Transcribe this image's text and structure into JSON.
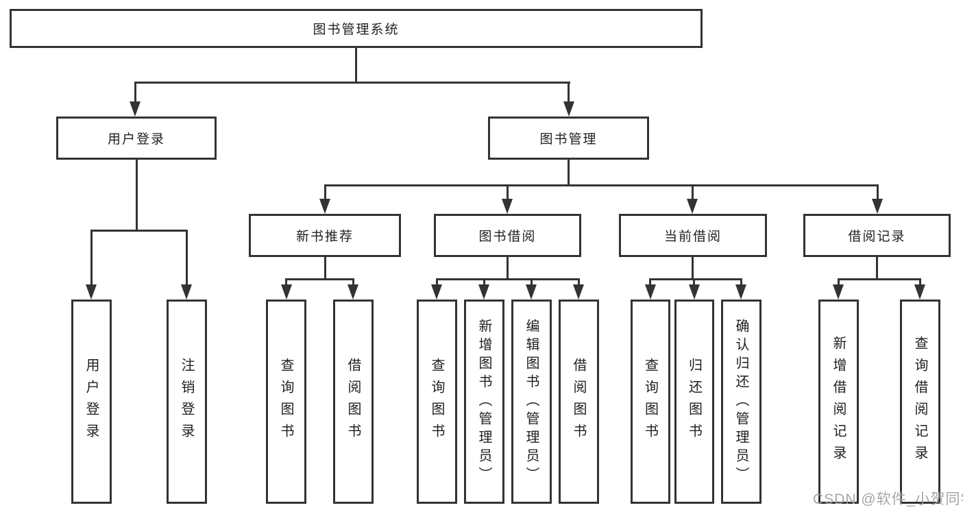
{
  "diagram": {
    "root_label": "图书管理系统",
    "level2": [
      {
        "label": "用户登录",
        "children": [
          "用户登录",
          "注销登录"
        ]
      },
      {
        "label": "图书管理",
        "children": [
          {
            "label": "新书推荐",
            "children": [
              "查询图书",
              "借阅图书"
            ]
          },
          {
            "label": "图书借阅",
            "children": [
              "查询图书",
              "新增图书（管理员）",
              "编辑图书（管理员）",
              "借阅图书"
            ]
          },
          {
            "label": "当前借阅",
            "children": [
              "查询图书",
              "归还图书",
              "确认归还（管理员）"
            ]
          },
          {
            "label": "借阅记录",
            "children": [
              "新增借阅记录",
              "查询借阅记录"
            ]
          }
        ]
      }
    ],
    "watermark": "CSDN @软件_小贺同学",
    "colors": {
      "line": "#333333",
      "text": "#1f1f1f",
      "watermark": "#9e9e9e",
      "background": "#ffffff"
    }
  }
}
